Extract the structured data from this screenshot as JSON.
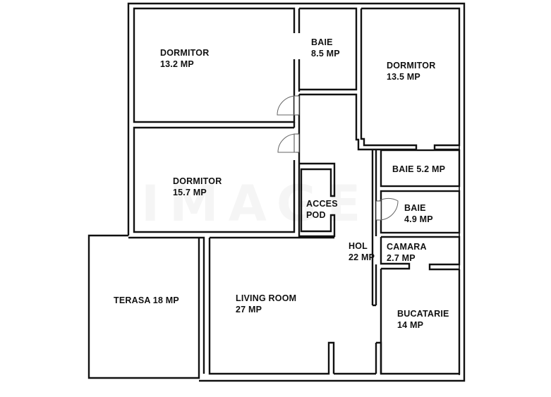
{
  "plan": {
    "title": "Floor plan",
    "unit": "MP",
    "watermark": "IMAGE",
    "colors": {
      "wall": "#111111",
      "background": "#ffffff",
      "door": "#666666"
    },
    "rooms": [
      {
        "id": "dormitor-1",
        "name": "DORMITOR",
        "area": "13.2 MP"
      },
      {
        "id": "baie-1",
        "name": "BAIE",
        "area": "8.5 MP"
      },
      {
        "id": "dormitor-2",
        "name": "DORMITOR",
        "area": "13.5 MP"
      },
      {
        "id": "dormitor-3",
        "name": "DORMITOR",
        "area": "15.7 MP"
      },
      {
        "id": "baie-2",
        "name": "BAIE 5.2 MP"
      },
      {
        "id": "acces-pod",
        "name": "ACCES",
        "area": "POD"
      },
      {
        "id": "baie-3",
        "name": "BAIE",
        "area": "4.9 MP"
      },
      {
        "id": "hol",
        "name": "HOL",
        "area": "22 MP"
      },
      {
        "id": "camara",
        "name": "CAMARA",
        "area": "2.7 MP"
      },
      {
        "id": "terasa",
        "name": "TERASA 18 MP"
      },
      {
        "id": "living",
        "name": "LIVING ROOM",
        "area": "27 MP"
      },
      {
        "id": "bucatarie",
        "name": "BUCATARIE",
        "area": "14 MP"
      }
    ]
  }
}
